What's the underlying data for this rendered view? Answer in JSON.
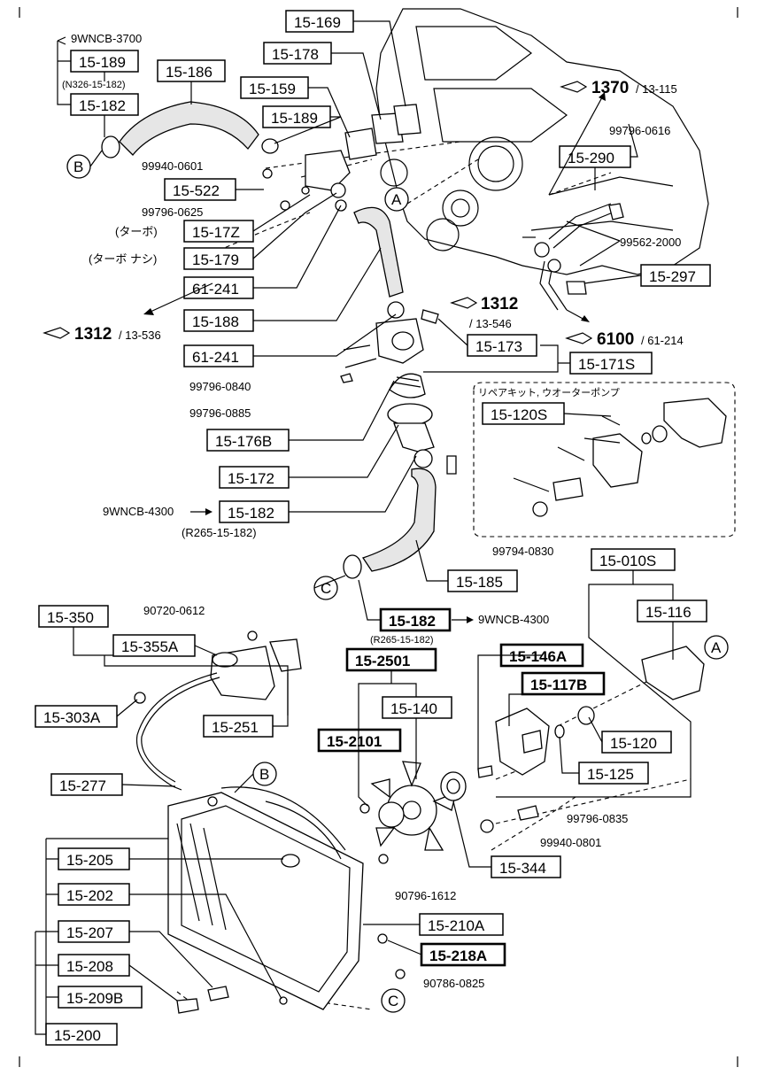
{
  "labels": {
    "p15_169": "15-169",
    "p15_178": "15-178",
    "p15_159": "15-159",
    "p15_189a": "15-189",
    "p15_189b": "15-189",
    "p15_186": "15-186",
    "p15_182a": "15-182",
    "p15_522": "15-522",
    "p15_17Z": "15-17Z",
    "p15_179": "15-179",
    "p61_241a": "61-241",
    "p15_188": "15-188",
    "p61_241b": "61-241",
    "p15_290": "15-290",
    "p15_297": "15-297",
    "p15_173": "15-173",
    "p15_171S": "15-171S",
    "p15_120S": "15-120S",
    "p15_176B": "15-176B",
    "p15_172": "15-172",
    "p15_182b": "15-182",
    "p15_185": "15-185",
    "p15_010S": "15-010S",
    "p15_116": "15-116",
    "p15_182c": "15-182",
    "p15_350": "15-350",
    "p15_355A": "15-355A",
    "p15_303A": "15-303A",
    "p15_251": "15-251",
    "p15_2501": "15-2501",
    "p15_140": "15-140",
    "p15_146A": "15-146A",
    "p15_117B": "15-117B",
    "p15_2101": "15-2101",
    "p15_120": "15-120",
    "p15_125": "15-125",
    "p15_277": "15-277",
    "p15_344": "15-344",
    "p15_205": "15-205",
    "p15_202": "15-202",
    "p15_210A": "15-210A",
    "p15_207": "15-207",
    "p15_218A": "15-218A",
    "p15_208": "15-208",
    "p15_209B": "15-209B",
    "p15_200": "15-200"
  },
  "numbers": {
    "n9wncb3700": "9WNCB-3700",
    "n326": "(N326-15-182)",
    "n99940_0601": "99940-0601",
    "n99796_0625": "99796-0625",
    "n99796_0616": "99796-0616",
    "n99562_2000": "99562-2000",
    "n99796_0840": "99796-0840",
    "n99796_0885": "99796-0885",
    "n9wncb4300a": "9WNCB-4300",
    "nR265a": "(R265-15-182)",
    "n99794_0830": "99794-0830",
    "n9wncb4300b": "9WNCB-4300",
    "nR265b": "(R265-15-182)",
    "n90720_0612": "90720-0612",
    "n99796_0835": "99796-0835",
    "n99940_0801": "99940-0801",
    "n90796_1612": "90796-1612",
    "n90786_0825": "90786-0825"
  },
  "refs": {
    "r1370_main": "1370",
    "r1370_sub": "/ 13-115",
    "r1312a_main": "1312",
    "r1312a_sub": "/ 13-536",
    "r1312b_main": "1312",
    "r1312b_sub": "/ 13-546",
    "r6100_main": "6100",
    "r6100_sub": "/ 61-214"
  },
  "notes": {
    "turbo": "(ターボ)",
    "no_turbo": "(ターボ ナシ)",
    "repair_kit": "リペアキット, ウオーターポンプ"
  },
  "callouts": {
    "A": "A",
    "B": "B",
    "C": "C"
  }
}
